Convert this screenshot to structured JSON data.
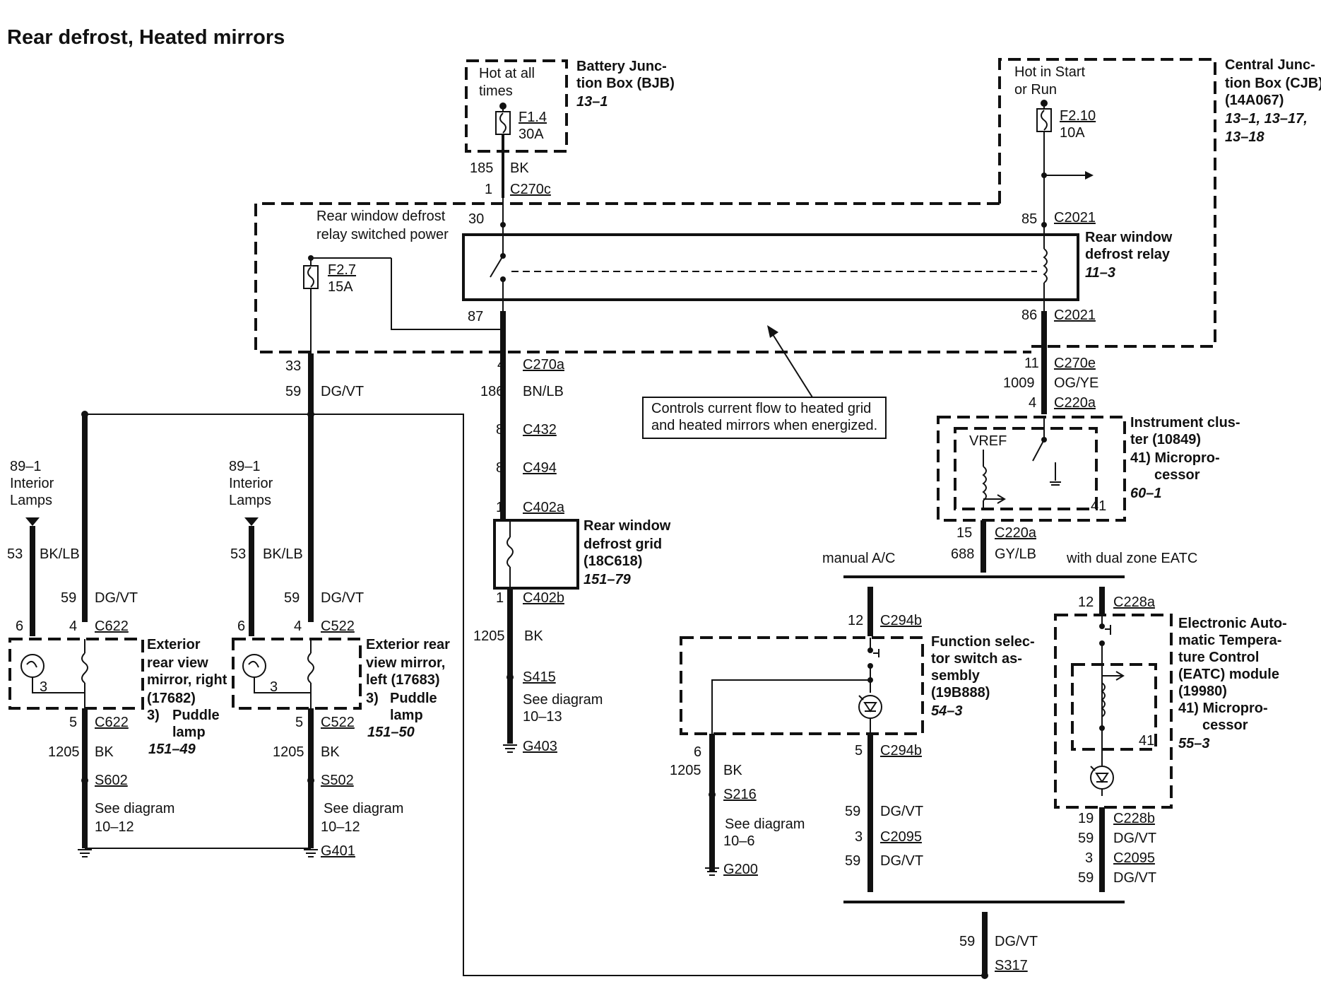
{
  "title": "Rear defrost, Heated mirrors",
  "bjb": {
    "hot": [
      "Hot at all",
      "times"
    ],
    "fuse": "F1.4",
    "amps": "30A",
    "name": [
      "Battery Junc-",
      "tion Box (BJB)"
    ],
    "ref": "13–1"
  },
  "cjb": {
    "hot": [
      "Hot in Start",
      "or Run"
    ],
    "fuse": "F2.10",
    "amps": "10A",
    "name": [
      "Central Junc-",
      "tion Box (CJB)",
      "(14A067)"
    ],
    "ref": [
      "13–1, 13–17,",
      "13–18"
    ]
  },
  "relay": {
    "power_label": [
      "Rear window defrost",
      "relay switched power"
    ],
    "fuse": "F2.7",
    "amps": "15A",
    "name": [
      "Rear window",
      "defrost relay"
    ],
    "ref": "11–3",
    "pins": {
      "p30": "30",
      "p85": "85",
      "p87": "87",
      "p86": "86",
      "c2021a": "C2021",
      "c2021b": "C2021"
    }
  },
  "note": [
    "Controls current flow to heated grid",
    "and heated mirrors when energized."
  ],
  "wires_center": {
    "w185": "185",
    "bk": "BK",
    "pin1": "1",
    "c270c": "C270c",
    "pin4": "4",
    "c270a": "C270a",
    "w186": "186",
    "bnlb": "BN/LB",
    "pin8a": "8",
    "c432": "C432",
    "pin8b": "8",
    "c494": "C494",
    "pin1b": "1",
    "c402a": "C402a",
    "pin1c": "1",
    "c402b": "C402b",
    "w1205": "1205",
    "bk2": "BK",
    "s415": "S415",
    "see": [
      "See diagram",
      "10–13"
    ],
    "g403": "G403"
  },
  "grid": {
    "name": [
      "Rear window",
      "defrost grid",
      "(18C618)"
    ],
    "ref": "151–79"
  },
  "left_power": {
    "pin33": "33",
    "w59": "59",
    "dgvt": "DG/VT"
  },
  "mirror_right": {
    "interior": [
      "89–1",
      "Interior",
      "Lamps"
    ],
    "w53": "53",
    "bklb": "BK/LB",
    "w59": "59",
    "dgvt": "DG/VT",
    "pin6": "6",
    "pin4": "4",
    "conn_top": "C622",
    "pin3": "3",
    "name": [
      "Exterior",
      "rear view",
      "mirror, right",
      "(17682)"
    ],
    "puddle": [
      "3)",
      "Puddle",
      "lamp"
    ],
    "ref": "151–49",
    "pin5": "5",
    "conn_bot": "C622",
    "w1205": "1205",
    "bk": "BK",
    "splice": "S602",
    "see": [
      "See diagram",
      "10–12"
    ]
  },
  "mirror_left": {
    "interior": [
      "89–1",
      "Interior",
      "Lamps"
    ],
    "w53": "53",
    "bklb": "BK/LB",
    "w59": "59",
    "dgvt": "DG/VT",
    "pin6": "6",
    "pin4": "4",
    "conn_top": "C522",
    "pin3": "3",
    "name": [
      "Exterior rear",
      "view mirror,",
      "left (17683)"
    ],
    "puddle": [
      "3)",
      "Puddle",
      "lamp"
    ],
    "ref": "151–50",
    "pin5": "5",
    "conn_bot": "C522",
    "w1205": "1205",
    "bk": "BK",
    "splice": "S502",
    "see": [
      "See diagram",
      "10–12"
    ],
    "ground": "G401"
  },
  "cluster": {
    "pin11": "11",
    "c270e": "C270e",
    "w1009": "1009",
    "ogye": "OG/YE",
    "pin4": "4",
    "c220a": "C220a",
    "vref": "VREF",
    "pin41": "41",
    "name": [
      "Instrument clus-",
      "ter (10849)",
      "41) Micropro-",
      "cessor"
    ],
    "ref": "60–1",
    "pin15": "15",
    "c220a_b": "C220a",
    "w688": "688",
    "gylb": "GY/LB"
  },
  "branch": {
    "manual": "manual A/C",
    "eatc": "with dual zone EATC"
  },
  "fss": {
    "pin12": "12",
    "c294b": "C294b",
    "name": [
      "Function selec-",
      "tor switch as-",
      "sembly",
      "(19B888)"
    ],
    "ref": "54–3",
    "pin6": "6",
    "w1205": "1205",
    "bk": "BK",
    "s216": "S216",
    "see": [
      "See diagram",
      "10–6"
    ],
    "g200": "G200",
    "pin5": "5",
    "c294b_b": "C294b",
    "w59a": "59",
    "dgvt_a": "DG/VT",
    "pin3": "3",
    "c2095": "C2095",
    "w59b": "59",
    "dgvt_b": "DG/VT"
  },
  "eatc": {
    "pin12": "12",
    "c228a": "C228a",
    "name": [
      "Electronic Auto-",
      "matic Tempera-",
      "ture Control",
      "(EATC) module",
      "(19980)",
      "41) Micropro-",
      "cessor"
    ],
    "ref": "55–3",
    "pin41": "41",
    "pin19": "19",
    "c228b": "C228b",
    "w59a": "59",
    "dgvt_a": "DG/VT",
    "pin3": "3",
    "c2095": "C2095",
    "w59b": "59",
    "dgvt_b": "DG/VT"
  },
  "bottom": {
    "w59": "59",
    "dgvt": "DG/VT",
    "s317": "S317"
  }
}
